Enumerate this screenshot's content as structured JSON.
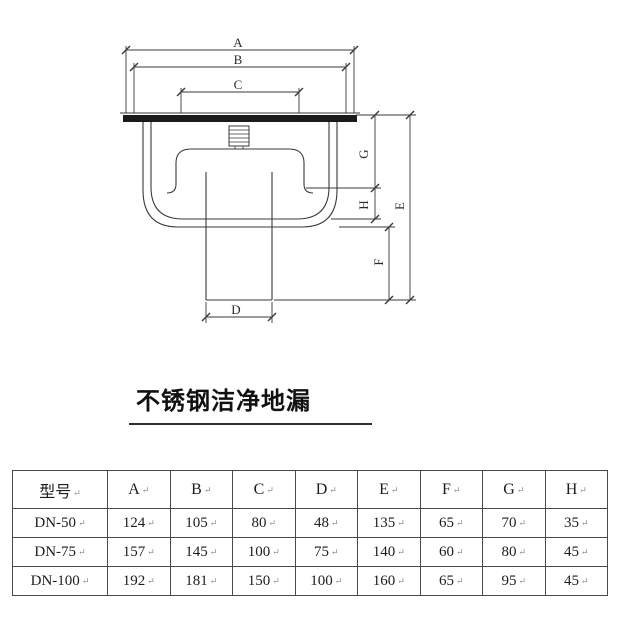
{
  "drawing": {
    "labels": {
      "A": "A",
      "B": "B",
      "C": "C",
      "D": "D",
      "E": "E",
      "F": "F",
      "G": "G",
      "H": "H"
    }
  },
  "title": "不锈钢洁净地漏",
  "table": {
    "headers": [
      "型号",
      "A",
      "B",
      "C",
      "D",
      "E",
      "F",
      "G",
      "H"
    ],
    "rows": [
      [
        "DN-50",
        "124",
        "105",
        "80",
        "48",
        "135",
        "65",
        "70",
        "35"
      ],
      [
        "DN-75",
        "157",
        "145",
        "100",
        "75",
        "140",
        "60",
        "80",
        "45"
      ],
      [
        "DN-100",
        "192",
        "181",
        "150",
        "100",
        "160",
        "65",
        "95",
        "45"
      ]
    ],
    "return_mark": "↵"
  }
}
